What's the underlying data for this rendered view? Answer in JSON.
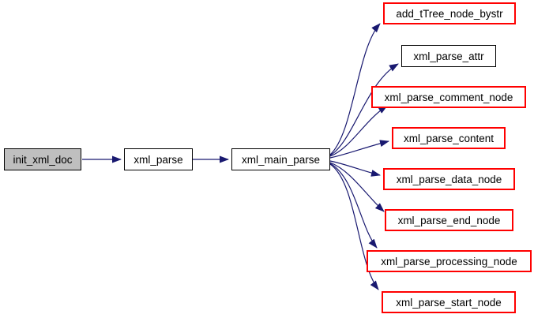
{
  "diagram": {
    "type": "call-graph",
    "colors": {
      "edge": "#191970",
      "node_border": "#000000",
      "truncated_node_border": "#ff0000",
      "current_node_fill": "#bfbfbf",
      "background": "#ffffff"
    },
    "nodes": {
      "init_xml_doc": {
        "label": "init_xml_doc",
        "style": "current"
      },
      "xml_parse": {
        "label": "xml_parse",
        "style": "default"
      },
      "xml_main_parse": {
        "label": "xml_main_parse",
        "style": "default"
      },
      "add_tTree_node_bystr": {
        "label": "add_tTree_node_bystr",
        "style": "truncated"
      },
      "xml_parse_attr": {
        "label": "xml_parse_attr",
        "style": "default"
      },
      "xml_parse_comment_node": {
        "label": "xml_parse_comment_node",
        "style": "truncated"
      },
      "xml_parse_content": {
        "label": "xml_parse_content",
        "style": "truncated"
      },
      "xml_parse_data_node": {
        "label": "xml_parse_data_node",
        "style": "truncated"
      },
      "xml_parse_end_node": {
        "label": "xml_parse_end_node",
        "style": "truncated"
      },
      "xml_parse_processing_node": {
        "label": "xml_parse_processing_node",
        "style": "truncated"
      },
      "xml_parse_start_node": {
        "label": "xml_parse_start_node",
        "style": "truncated"
      }
    },
    "edges": [
      {
        "from": "init_xml_doc",
        "to": "xml_parse"
      },
      {
        "from": "xml_parse",
        "to": "xml_main_parse"
      },
      {
        "from": "xml_main_parse",
        "to": "add_tTree_node_bystr"
      },
      {
        "from": "xml_main_parse",
        "to": "xml_parse_attr"
      },
      {
        "from": "xml_main_parse",
        "to": "xml_parse_comment_node"
      },
      {
        "from": "xml_main_parse",
        "to": "xml_parse_content"
      },
      {
        "from": "xml_main_parse",
        "to": "xml_parse_data_node"
      },
      {
        "from": "xml_main_parse",
        "to": "xml_parse_end_node"
      },
      {
        "from": "xml_main_parse",
        "to": "xml_parse_processing_node"
      },
      {
        "from": "xml_main_parse",
        "to": "xml_parse_start_node"
      }
    ]
  }
}
